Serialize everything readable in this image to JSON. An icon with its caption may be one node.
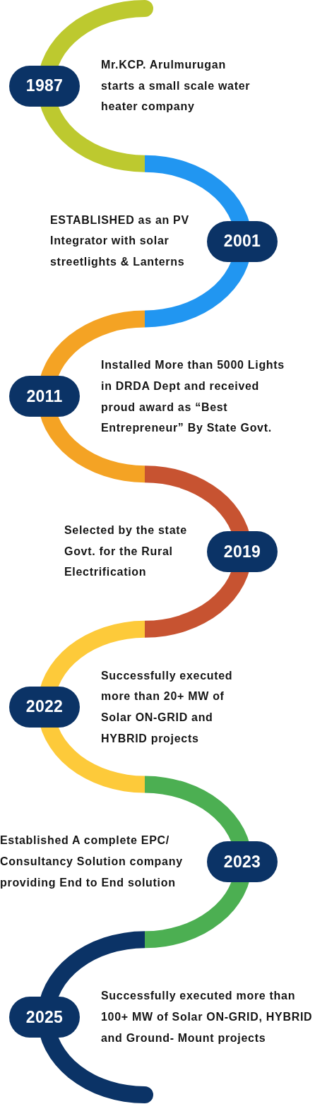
{
  "diagram": {
    "nodes": [
      {
        "text": [],
        "shape": "arc"
      },
      {
        "text": [
          "1987"
        ]
      },
      {
        "text": [],
        "shape": "arc"
      },
      {
        "text": [
          "2001"
        ]
      },
      {
        "text": [],
        "shape": "arc"
      },
      {
        "text": [
          "2011"
        ]
      },
      {
        "text": [],
        "shape": "arc"
      },
      {
        "text": [
          "2019"
        ]
      },
      {
        "text": [],
        "shape": "arc"
      },
      {
        "text": [
          "2022"
        ]
      },
      {
        "text": [],
        "shape": "arc"
      },
      {
        "text": [
          "2023"
        ]
      },
      {
        "text": [],
        "shape": "arc"
      },
      {
        "text": [
          "2025"
        ]
      }
    ],
    "labels": [
      "Mr.KCP. Arulmurugan starts a small scale water heater company",
      "ESTABLISHED as an PV Integrator with solar streetlights & Lanterns",
      "Installed More than 5000 Lights in DRDA Dept and received proud award as “Best Entrepreneur” By State Govt.",
      "Selected by the state Govt. for the Rural Electrification",
      "Successfully executed more than 20+ MW of Solar ON-GRID and HYBRID projects",
      "Established A complete EPC/ Consultancy Solution company providing End to End solution",
      "Successfully executed more than 100+ MW of Solar ON-GRID, HYBRID and Ground- Mount projects"
    ]
  }
}
